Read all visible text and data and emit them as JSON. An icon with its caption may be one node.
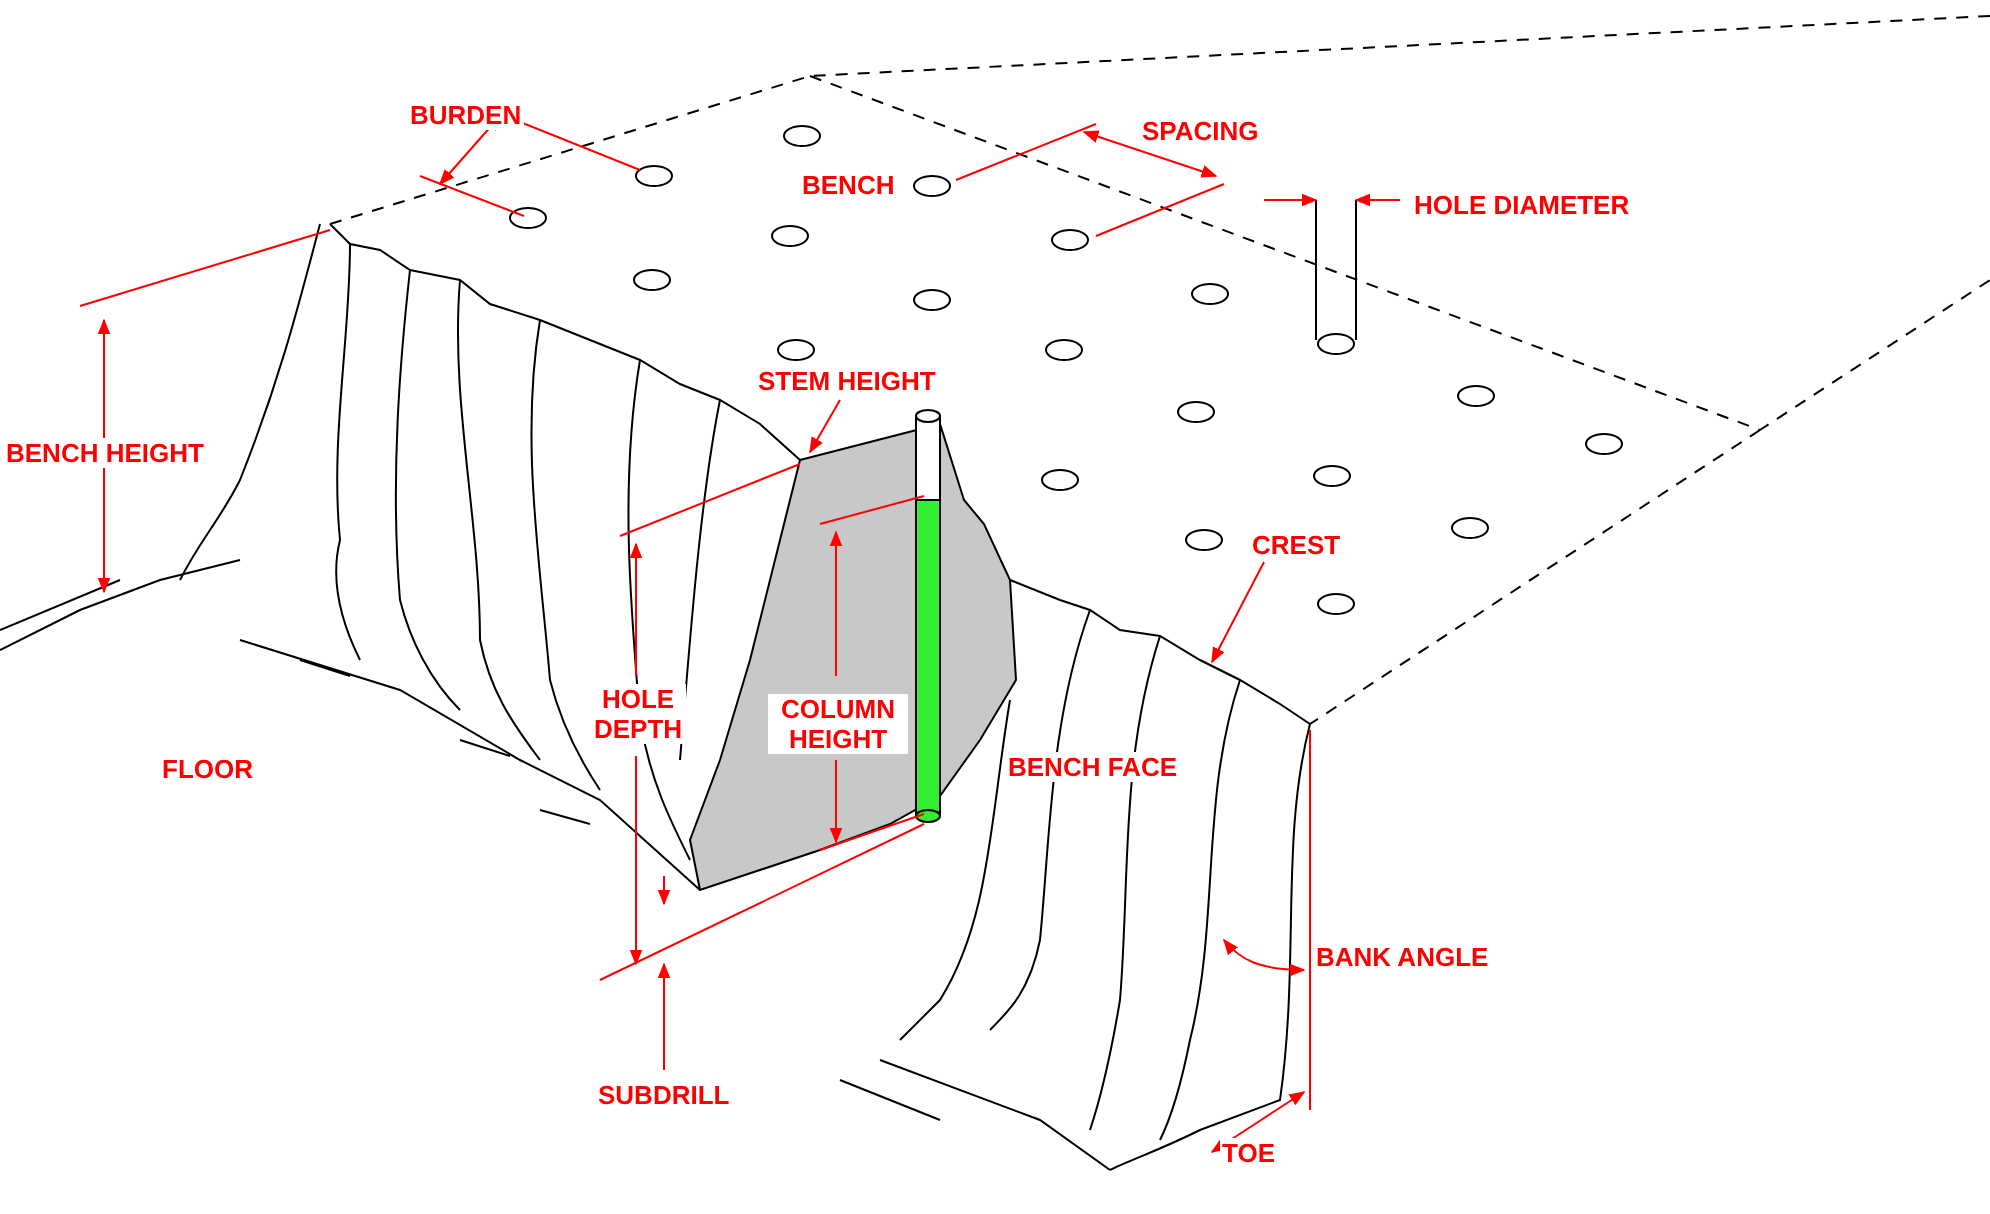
{
  "diagram": {
    "nodes": [
      {
        "text": [
          "CREST"
        ]
      },
      {
        "text": [],
        "shape": "line"
      }
    ],
    "edges": [
      {
        "from": 0,
        "to": 1,
        "arrow": "to"
      }
    ],
    "labels": [
      "BURDEN",
      "SPACING",
      "BENCH",
      "HOLE DIAMETER",
      "STEM HEIGHT",
      "BENCH HEIGHT",
      "HOLE DEPTH",
      "COLUMN HEIGHT",
      "FLOOR",
      "BENCH FACE",
      "BANK ANGLE",
      "SUBDRILL",
      "TOE"
    ]
  }
}
